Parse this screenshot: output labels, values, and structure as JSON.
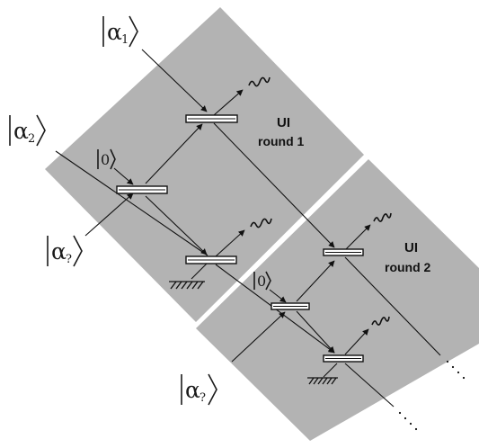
{
  "round1": {
    "label_line1": "UI",
    "label_line2": "round 1",
    "input_top": "α",
    "input_top_index": "1",
    "input_left": "α",
    "input_left_index": "2",
    "input_ancilla": "α",
    "input_ancilla_index": "?",
    "vacuum": "0"
  },
  "round2": {
    "label_line1": "UI",
    "label_line2": "round 2",
    "input_ancilla": "α",
    "input_ancilla_index": "?",
    "vacuum": "0"
  },
  "panel_color": "#b3b3b3"
}
